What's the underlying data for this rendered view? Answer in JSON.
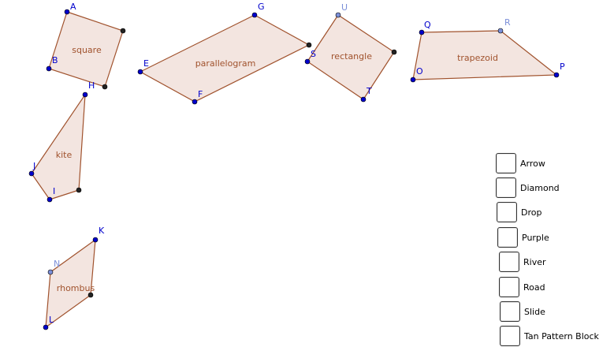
{
  "colors": {
    "fill": "#f3e5e0",
    "edge": "#a0522d",
    "shape_label": "#a0522d",
    "point_free": "#0000cc",
    "point_light": "#7b8fd8",
    "point_dependent": "#222222",
    "point_label": "#0000cc",
    "point_label_light": "#7b8fd8"
  },
  "shapes": [
    {
      "name": "square",
      "label": "square"
    },
    {
      "name": "parallelogram",
      "label": "parallelogram"
    },
    {
      "name": "rectangle",
      "label": "rectangle"
    },
    {
      "name": "trapezoid",
      "label": "trapezoid"
    },
    {
      "name": "kite",
      "label": "kite"
    },
    {
      "name": "rhombus",
      "label": "rhombus"
    }
  ],
  "points": [
    {
      "label": "A",
      "kind": "free"
    },
    {
      "label": "B",
      "kind": "free"
    },
    {
      "label": "",
      "kind": "dependent"
    },
    {
      "label": "",
      "kind": "dependent"
    },
    {
      "label": "G",
      "kind": "free"
    },
    {
      "label": "E",
      "kind": "free"
    },
    {
      "label": "F",
      "kind": "free"
    },
    {
      "label": "",
      "kind": "dependent"
    },
    {
      "label": "U",
      "kind": "light"
    },
    {
      "label": "S",
      "kind": "free"
    },
    {
      "label": "T",
      "kind": "free"
    },
    {
      "label": "",
      "kind": "dependent"
    },
    {
      "label": "Q",
      "kind": "free"
    },
    {
      "label": "R",
      "kind": "light"
    },
    {
      "label": "O",
      "kind": "free"
    },
    {
      "label": "P",
      "kind": "free"
    },
    {
      "label": "H",
      "kind": "free"
    },
    {
      "label": "J",
      "kind": "free"
    },
    {
      "label": "I",
      "kind": "free"
    },
    {
      "label": "",
      "kind": "dependent"
    },
    {
      "label": "K",
      "kind": "free"
    },
    {
      "label": "N",
      "kind": "light"
    },
    {
      "label": "L",
      "kind": "free"
    },
    {
      "label": "",
      "kind": "dependent"
    }
  ],
  "checkboxes": [
    {
      "label": "Arrow",
      "checked": false
    },
    {
      "label": "Diamond",
      "checked": false
    },
    {
      "label": "Drop",
      "checked": false
    },
    {
      "label": "Purple",
      "checked": false
    },
    {
      "label": "River",
      "checked": false
    },
    {
      "label": "Road",
      "checked": false
    },
    {
      "label": "Slide",
      "checked": false
    },
    {
      "label": "Tan Pattern Block",
      "checked": false
    }
  ]
}
